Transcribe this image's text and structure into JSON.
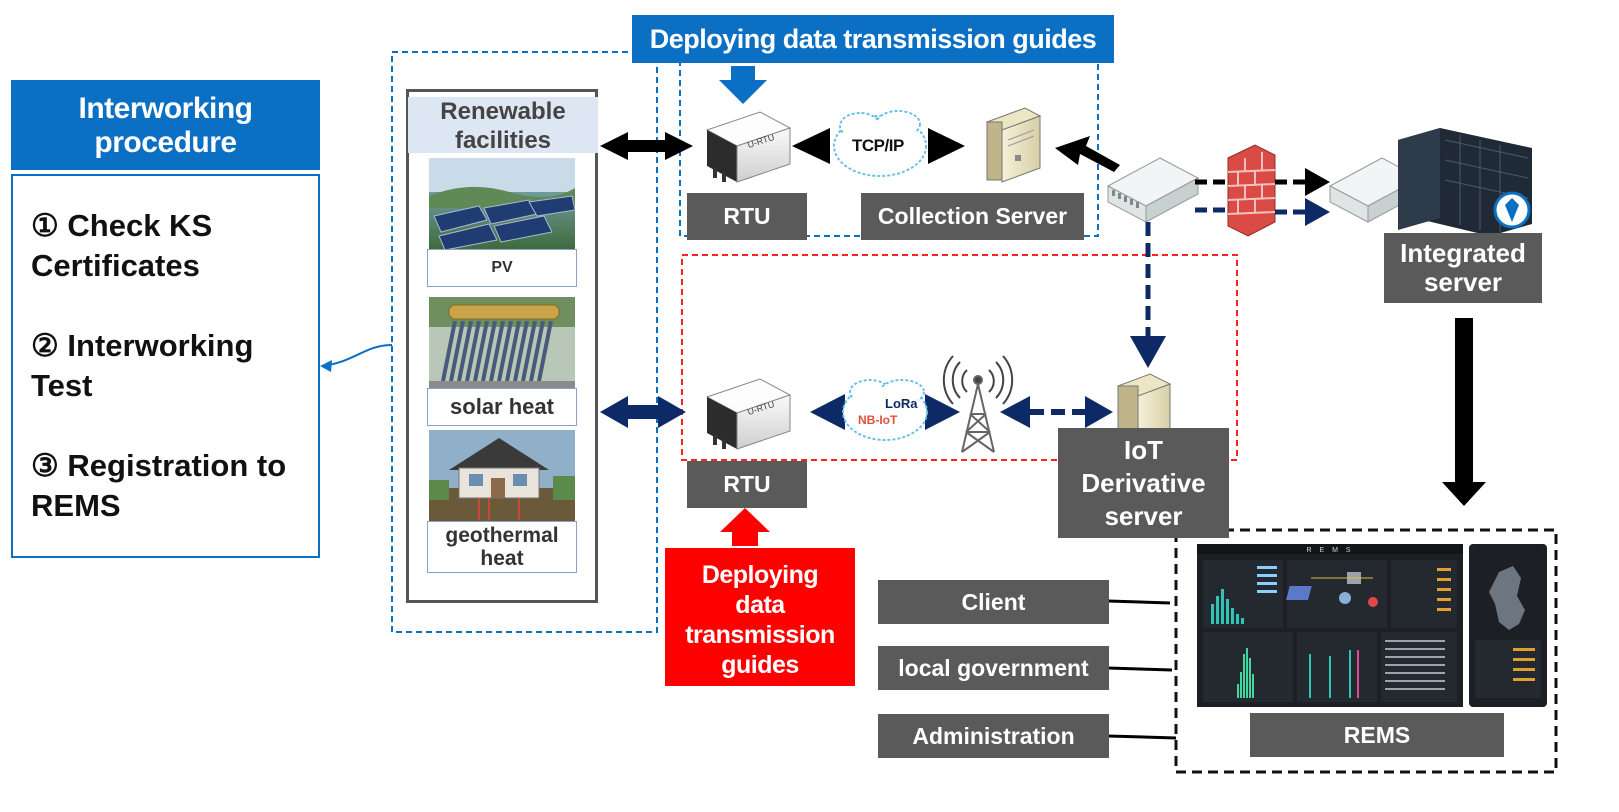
{
  "procedure": {
    "header": "Interworking procedure",
    "steps": [
      "① Check   KS Certificates",
      "② Interworking Test",
      "③ Registration to REMS"
    ]
  },
  "facilities": {
    "header": "Renewable facilities",
    "items": [
      "PV",
      "solar heat",
      "geothermal heat"
    ]
  },
  "top_guide": "Deploying data transmission guides",
  "bottom_guide": "Deploying data transmission guides",
  "labels": {
    "rtu_top": "RTU",
    "rtu_bottom": "RTU",
    "collection_server": "Collection Server",
    "iot_server": "IoT Derivative server",
    "integrated_server": "Integrated server",
    "rems": "REMS",
    "tcpip": "TCP/IP",
    "lora": "LoRa",
    "nbiot": "NB-IoT",
    "device_text": "U-RTU"
  },
  "users": [
    "Client",
    "local government",
    "Administration"
  ],
  "screen": {
    "title": "R E M S"
  },
  "colors": {
    "blue": "#0b6fc4",
    "red": "#ff0000",
    "navy": "#0d2a66",
    "gray": "#5a5a5a"
  }
}
